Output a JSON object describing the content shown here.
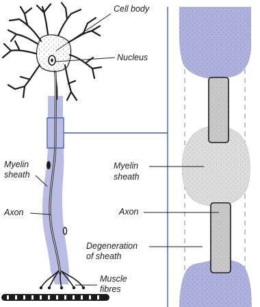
{
  "labels": {
    "cell_body": "Cell body",
    "nucleus": "Nucleus",
    "myelin_left_1": "Myelin",
    "myelin_left_2": "sheath",
    "axon_left": "Axon",
    "muscle_1": "Muscle",
    "muscle_2": "fibres",
    "myelin_right_1": "Myelin",
    "myelin_right_2": "sheath",
    "axon_right": "Axon",
    "degen_1": "Degeneration",
    "degen_2": "of sheath"
  },
  "colors": {
    "sheath_blue": "#aeb1de",
    "myelin_grey": "#dcdcdc",
    "axon_grey": "#c8c8c8",
    "outline": "#1a1a1a",
    "connector_blue": "#3f5faa"
  }
}
